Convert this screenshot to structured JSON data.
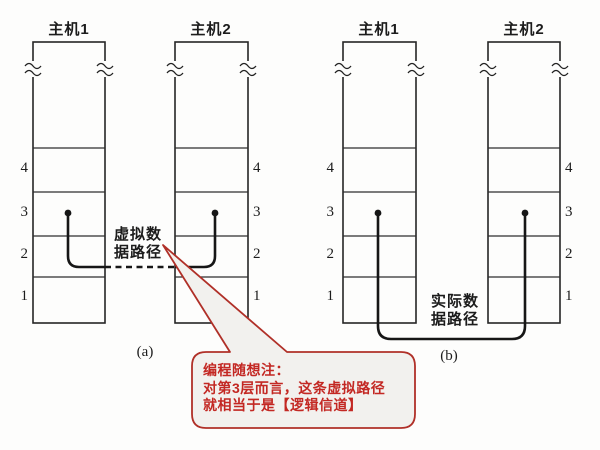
{
  "figure": {
    "layer_labels": [
      "4",
      "3",
      "2",
      "1"
    ],
    "panel_a": {
      "caption": "(a)",
      "host1": "主机1",
      "host2": "主机2",
      "path_label": [
        "虚拟数",
        "据路径"
      ],
      "path_style": "dashed"
    },
    "panel_b": {
      "caption": "(b)",
      "host1": "主机1",
      "host2": "主机2",
      "path_label": [
        "实际数",
        "据路径"
      ],
      "path_style": "solid"
    }
  },
  "callout": {
    "lines": [
      "编程随想注：",
      "对第3层而言，这条虚拟路径",
      "就相当于是【逻辑信道】"
    ],
    "text_color": "#c32823",
    "border_color": "#b03028",
    "fill_color": "#f2f1ee"
  },
  "colors": {
    "ink": "#1c1c1c",
    "background": "#fdfdfc"
  }
}
